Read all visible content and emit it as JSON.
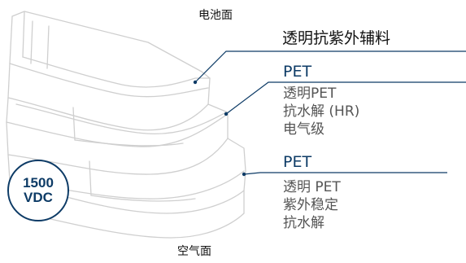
{
  "faces": {
    "top": "电池面",
    "bottom": "空气面"
  },
  "layers": [
    {
      "title": "透明抗紫外辅料",
      "properties": []
    },
    {
      "title": "PET",
      "properties": [
        "透明PET",
        "抗水解 (HR)",
        "电气级"
      ]
    },
    {
      "title": "PET",
      "properties": [
        "透明 PET",
        "紫外稳定",
        "抗水解"
      ]
    }
  ],
  "badge": {
    "line1": "1500",
    "line2": "VDC"
  },
  "colors": {
    "accent": "#0d3b66",
    "properties_text": "#555555",
    "outline": "#cfcfcf"
  }
}
